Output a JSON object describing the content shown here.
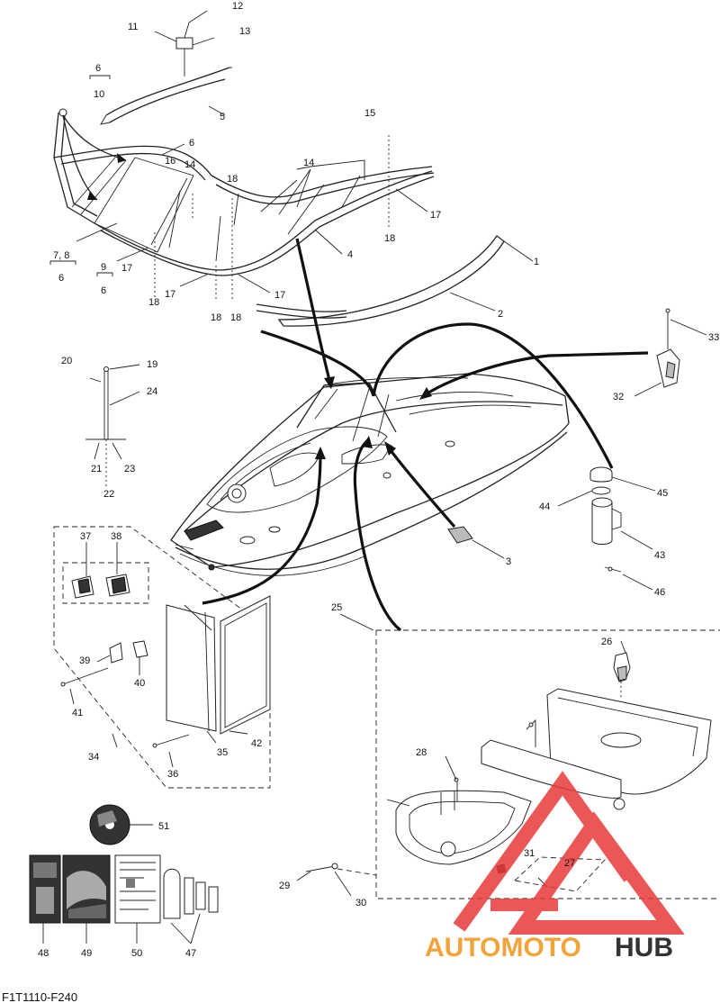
{
  "diagram_code": "F1T1110-F240",
  "brand": {
    "part1": "AUTOMOTO",
    "part2": "HUB",
    "accent_color": "#f2a33a",
    "logo_color": "#e83a3a",
    "text_dark": "#333333"
  },
  "labels": {
    "l1": "1",
    "l2": "2",
    "l3": "3",
    "l4": "4",
    "l5": "5",
    "l6a": "6",
    "l6b": "6",
    "l6c": "6",
    "l6d": "6",
    "l78": "7, 8",
    "l9": "9",
    "l10": "10",
    "l11": "11",
    "l12": "12",
    "l13": "13",
    "l14a": "14",
    "l14b": "14",
    "l15": "15",
    "l16": "16",
    "l17a": "17",
    "l17b": "17",
    "l17c": "17",
    "l17d": "17",
    "l18a": "18",
    "l18b": "18",
    "l18c": "18",
    "l18d": "18",
    "l18e": "18",
    "l19": "19",
    "l20": "20",
    "l21": "21",
    "l22": "22",
    "l23": "23",
    "l24": "24",
    "l25": "25",
    "l26": "26",
    "l27": "27",
    "l28": "28",
    "l29": "29",
    "l30": "30",
    "l31": "31",
    "l32": "32",
    "l33": "33",
    "l34": "34",
    "l35": "35",
    "l36": "36",
    "l37": "37",
    "l38": "38",
    "l39": "39",
    "l40": "40",
    "l41": "41",
    "l42": "42",
    "l43": "43",
    "l44": "44",
    "l45": "45",
    "l46": "46",
    "l47": "47",
    "l48": "48",
    "l49": "49",
    "l50": "50",
    "l51": "51"
  }
}
